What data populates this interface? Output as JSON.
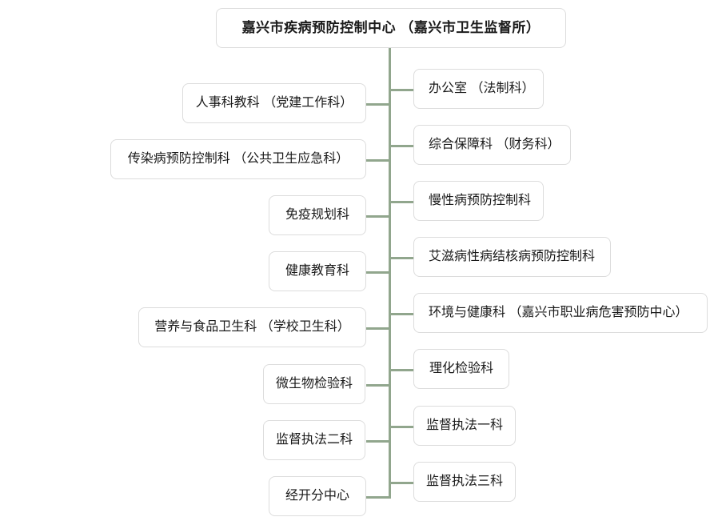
{
  "diagram": {
    "title": "嘉兴市疾病预防控制中心 （嘉兴市卫生监督所）",
    "type": "organization-chart",
    "connector_color": "#91a68d",
    "node_border_color": "#dcdcdc",
    "node_background": "#ffffff",
    "text_color": "#1a1a1a"
  },
  "root": {
    "label": "嘉兴市疾病预防控制中心 （嘉兴市卫生监督所）"
  },
  "left_branch": {
    "items": [
      {
        "label": "人事科教科 （党建工作科）"
      },
      {
        "label": "传染病预防控制科 （公共卫生应急科）"
      },
      {
        "label": "免疫规划科"
      },
      {
        "label": "健康教育科"
      },
      {
        "label": "营养与食品卫生科 （学校卫生科）"
      },
      {
        "label": "微生物检验科"
      },
      {
        "label": "监督执法二科"
      },
      {
        "label": "经开分中心"
      }
    ]
  },
  "right_branch": {
    "items": [
      {
        "label": "办公室 （法制科）"
      },
      {
        "label": "综合保障科 （财务科）"
      },
      {
        "label": "慢性病预防控制科"
      },
      {
        "label": "艾滋病性病结核病预防控制科"
      },
      {
        "label": "环境与健康科 （嘉兴市职业病危害预防中心）"
      },
      {
        "label": "理化检验科"
      },
      {
        "label": "监督执法一科"
      },
      {
        "label": "监督执法三科"
      }
    ]
  }
}
